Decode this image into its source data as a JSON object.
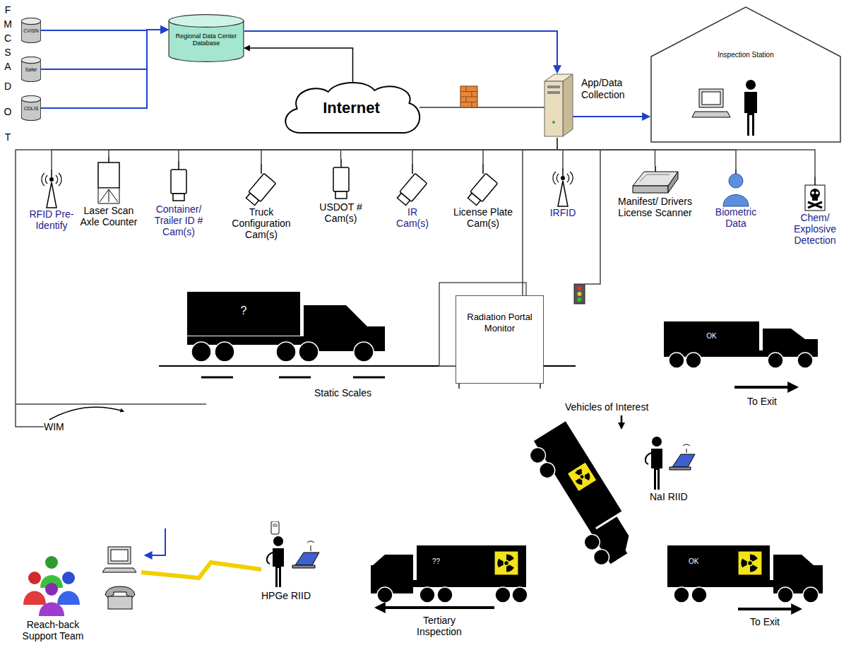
{
  "diagram": {
    "nodes": [
      {
        "text": [
          "CVISN"
        ]
      },
      {
        "text": [
          "Safer"
        ]
      },
      {
        "text": [
          "CDLIS"
        ]
      },
      {
        "text": [
          "Regional Data Center Database"
        ]
      },
      {
        "text": [
          "Internet"
        ]
      },
      {
        "text": [
          "App/Data Collection"
        ]
      },
      {
        "text": [
          "Inspection Station"
        ]
      },
      {
        "text": [
          "RFID Pre-Identify"
        ]
      },
      {
        "text": [
          "Laser Scan Axle Counter"
        ]
      },
      {
        "text": [
          "Container/ Trailer ID # Cam(s)"
        ]
      },
      {
        "text": [
          "Truck Configuration Cam(s)"
        ]
      },
      {
        "text": [
          "USDOT # Cam(s)"
        ]
      },
      {
        "text": [
          "IR Cam(s)"
        ]
      },
      {
        "text": [
          "License Plate Cam(s)"
        ]
      },
      {
        "text": [
          "IRFID"
        ]
      },
      {
        "text": [
          "Manifest/ Drivers License Scanner"
        ]
      },
      {
        "text": [
          "Biometric Data"
        ]
      },
      {
        "text": [
          "Chem/ Explosive Detection"
        ]
      },
      {
        "text": [
          "WIM"
        ]
      },
      {
        "text": [
          "?"
        ]
      },
      {
        "text": [
          "Radiation Portal Monitor"
        ]
      },
      {
        "text": [
          "OK"
        ]
      },
      {
        "text": [
          "NaI RIID"
        ]
      },
      {
        "text": [
          "??"
        ]
      },
      {
        "text": [
          "OK"
        ]
      },
      {
        "text": [
          "HPGe RIID"
        ]
      },
      {
        "text": [
          "Reach-back Support Team"
        ]
      }
    ],
    "edges": [
      {
        "from": 0,
        "to": 3,
        "arrow": "to"
      },
      {
        "from": 1,
        "to": 3,
        "arrow": "to"
      },
      {
        "from": 2,
        "to": 3,
        "arrow": "to"
      },
      {
        "from": 4,
        "to": 3,
        "arrow": "to"
      },
      {
        "from": 3,
        "to": 5,
        "arrow": "to"
      },
      {
        "from": 4,
        "to": 5,
        "arrow": "none"
      },
      {
        "from": 5,
        "to": 6,
        "arrow": "to"
      },
      {
        "from": 5,
        "to": 7,
        "arrow": "none"
      },
      {
        "from": 5,
        "to": 8,
        "arrow": "none"
      },
      {
        "from": 5,
        "to": 9,
        "arrow": "none"
      },
      {
        "from": 5,
        "to": 10,
        "arrow": "none"
      },
      {
        "from": 5,
        "to": 11,
        "arrow": "none"
      },
      {
        "from": 5,
        "to": 12,
        "arrow": "none"
      },
      {
        "from": 5,
        "to": 13,
        "arrow": "none"
      },
      {
        "from": 5,
        "to": 14,
        "arrow": "none"
      },
      {
        "from": 5,
        "to": 15,
        "arrow": "none"
      },
      {
        "from": 5,
        "to": 16,
        "arrow": "none"
      },
      {
        "from": 5,
        "to": 17,
        "arrow": "none"
      },
      {
        "from": 5,
        "to": 18,
        "arrow": "none"
      },
      {
        "from": 5,
        "to": 20,
        "arrow": "none"
      },
      {
        "from": 25,
        "to": 26,
        "arrow": "none"
      }
    ],
    "labels": [
      "FMCSA",
      "DOT",
      "Static Scales",
      "Vehicles of Interest",
      "To Exit",
      "To Exit",
      "Tertiary Inspection"
    ]
  }
}
